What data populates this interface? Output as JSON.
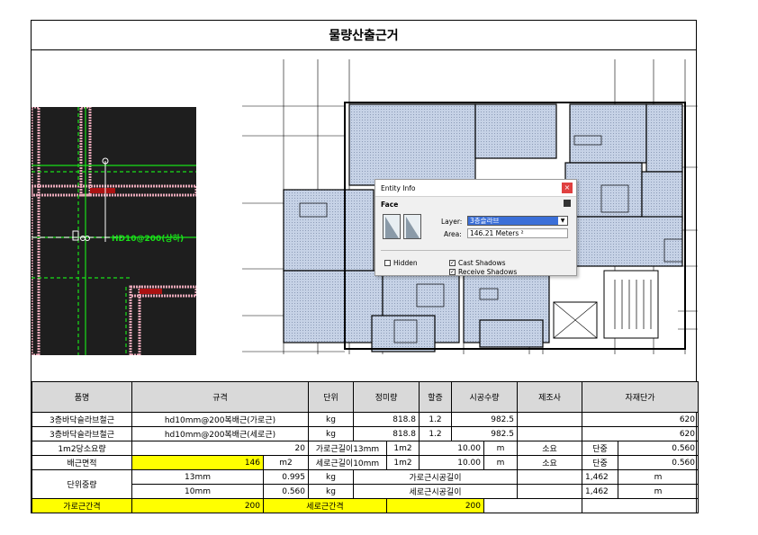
{
  "title": "물량산출근거",
  "cad_label": "HD10@200(상하)",
  "dialog": {
    "title": "Entity Info",
    "close_glyph": "×",
    "face_label": "Face",
    "layer_label": "Layer:",
    "layer_value": "3층슬라브",
    "area_label": "Area:",
    "area_value": "146.21 Meters ²",
    "hidden_label": "Hidden",
    "cast_shadows_label": "Cast Shadows",
    "receive_shadows_label": "Receive Shadows",
    "hidden_checked": false,
    "cast_checked": true,
    "receive_checked": true
  },
  "table": {
    "headers": [
      "품명",
      "규격",
      "단위",
      "정미량",
      "할증",
      "시공수량",
      "제조사",
      "자재단가"
    ],
    "rows": [
      {
        "name": "3층바닥슬라브철근",
        "spec": "hd10mm@200복배근(가로근)",
        "unit": "kg",
        "net": "818.8",
        "surcharge": "1.2",
        "qty": "982.5",
        "price": "620"
      },
      {
        "name": "3층바닥슬라브철근",
        "spec": "hd10mm@200복배근(세로근)",
        "unit": "kg",
        "net": "818.8",
        "surcharge": "1.2",
        "qty": "982.5",
        "price": "620"
      }
    ],
    "per_m2": {
      "label": "1m2당소요량",
      "value": "20",
      "len_label": "가로근길이13mm",
      "unit": "1m2",
      "amount": "10.00",
      "m": "m",
      "req": "소요",
      "unit_wt": "단중",
      "wt": "0.560"
    },
    "area": {
      "label": "배근면적",
      "value": "146",
      "unit": "m2",
      "len_label": "세로근길이10mm",
      "unit2": "1m2",
      "amount": "10.00",
      "m": "m",
      "req": "소요",
      "unit_wt": "단중",
      "wt": "0.560"
    },
    "unit_weight": {
      "label": "단위중량",
      "r1": {
        "size": "13mm",
        "w": "0.995",
        "unit": "kg",
        "desc": "가로근시공길이",
        "len": "1,462",
        "m": "m"
      },
      "r2": {
        "size": "10mm",
        "w": "0.560",
        "unit": "kg",
        "desc": "세로근시공길이",
        "len": "1,462",
        "m": "m"
      }
    },
    "spacing": {
      "h_label": "가로근간격",
      "h_value": "200",
      "v_label": "세로근간격",
      "v_value": "200"
    }
  },
  "colors": {
    "room_fill": "#c6d2e6",
    "cad_bg": "#1e1e1e",
    "cad_green": "#19e019",
    "cad_pink": "#e8a8b8",
    "highlight": "#ffff00"
  }
}
